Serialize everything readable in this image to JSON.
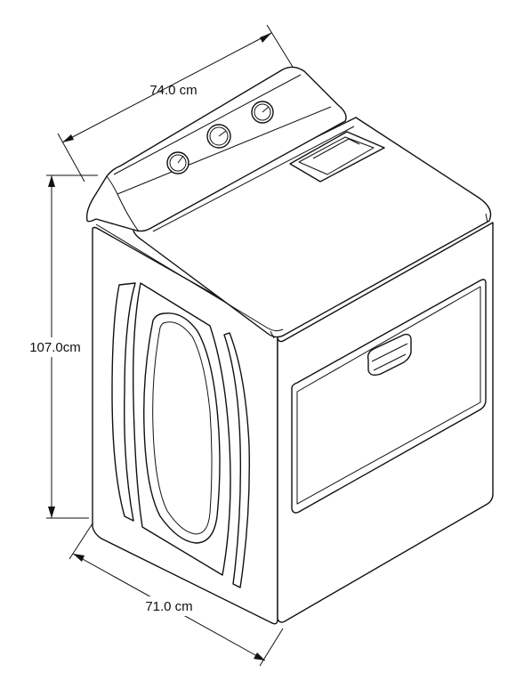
{
  "dimensions": {
    "depth_label": "74.0 cm",
    "height_label": "107.0cm",
    "width_label": "71.0 cm"
  },
  "colors": {
    "line": "#111111",
    "background": "#ffffff"
  }
}
